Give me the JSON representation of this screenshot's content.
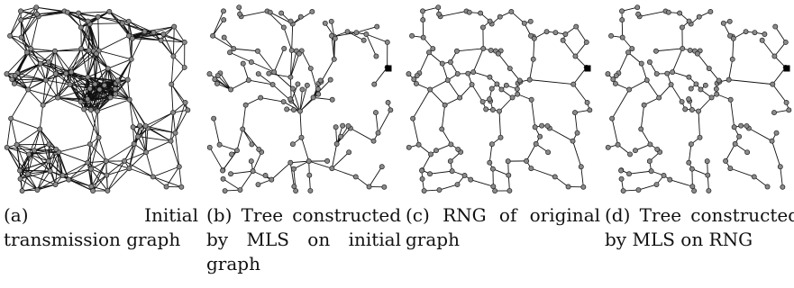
{
  "panels": [
    {
      "id": "a",
      "caption_tag": "(a)",
      "caption": "Initial transmission graph",
      "caption_lines": [
        "Initial transmis-",
        "sion graph"
      ],
      "dense": true
    },
    {
      "id": "b",
      "caption_tag": "(b)",
      "caption": "Tree constructed by MLS on initial graph",
      "caption_lines": [
        "Tree con-",
        "structed by MLS",
        "on initial graph"
      ],
      "dense": false
    },
    {
      "id": "c",
      "caption_tag": "(c)",
      "caption": "RNG of original graph",
      "caption_lines": [
        "RNG of original",
        "graph"
      ],
      "dense": false
    },
    {
      "id": "d",
      "caption_tag": "(d)",
      "caption": "Tree constructed by MLS on RNG",
      "caption_lines": [
        "Tree con-",
        "structed by MLS",
        "on RNG"
      ],
      "dense": false
    }
  ],
  "colors": {
    "node_fill": "#8a8a8a",
    "edge": "#111111",
    "sink": "#000000"
  }
}
